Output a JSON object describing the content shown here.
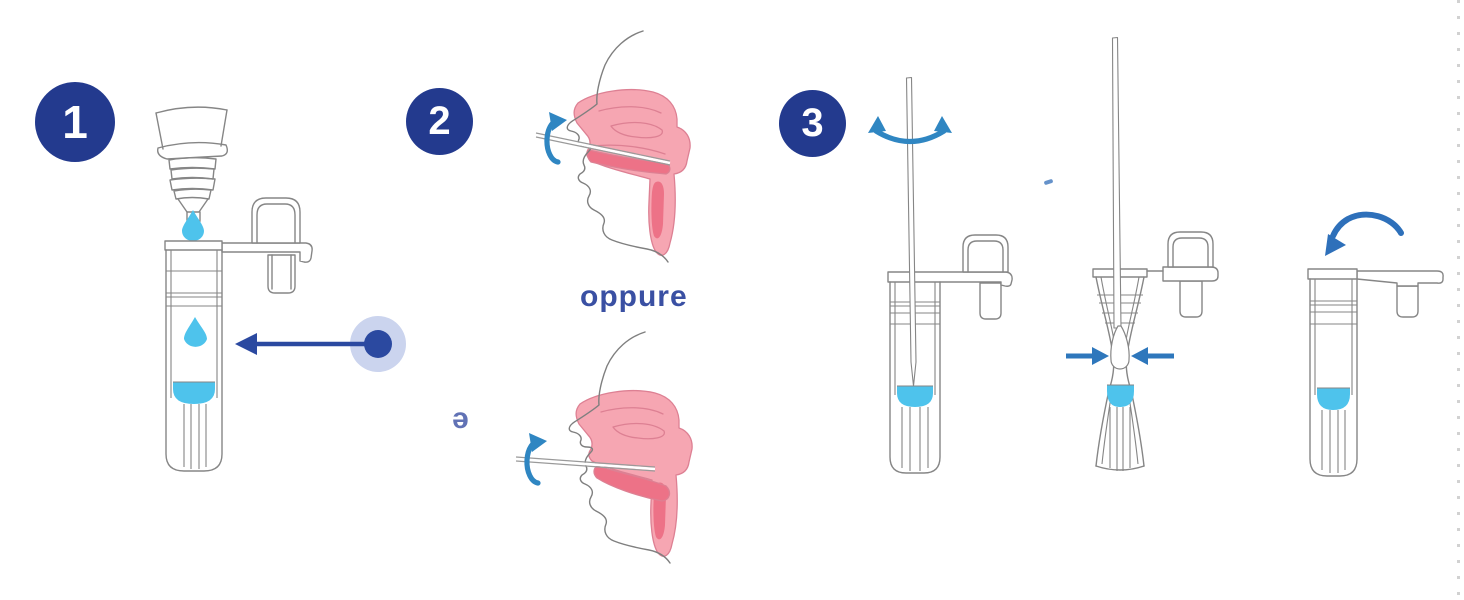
{
  "steps": {
    "step1": {
      "badge": "1"
    },
    "step2": {
      "badge": "2",
      "or_text": "oppure",
      "stray_letter": "ǝ"
    },
    "step3": {
      "badge": "3"
    }
  },
  "icons": {
    "transfer_arrow": "navy left arrow from dot",
    "sample_dot": "navy dot with lavender halo",
    "rotate_swab": "blue curved rotation arrow",
    "stir_swab": "blue elliptical stir arrow",
    "squeeze_tube": "blue inward facing arrows",
    "close_cap": "blue curved capping arrow"
  },
  "colors": {
    "badge_blue": "#233A8E",
    "label_blue": "#3A50A3",
    "liquid_cyan": "#4EC3EC",
    "navy_arrow": "#2B49A0",
    "dot_halo": "#CBD4EE",
    "rotation_blue": "#2F86C2",
    "squeeze_blue": "#2E77BC",
    "cap_arrow_blue": "#2E70BA",
    "face_pink": "#F6A6B2",
    "face_pink_deep": "#ED7287",
    "face_pink_outline": "#DD8093",
    "outline_gray": "#868686",
    "edge_marks_gray": "#C6C6C6"
  }
}
